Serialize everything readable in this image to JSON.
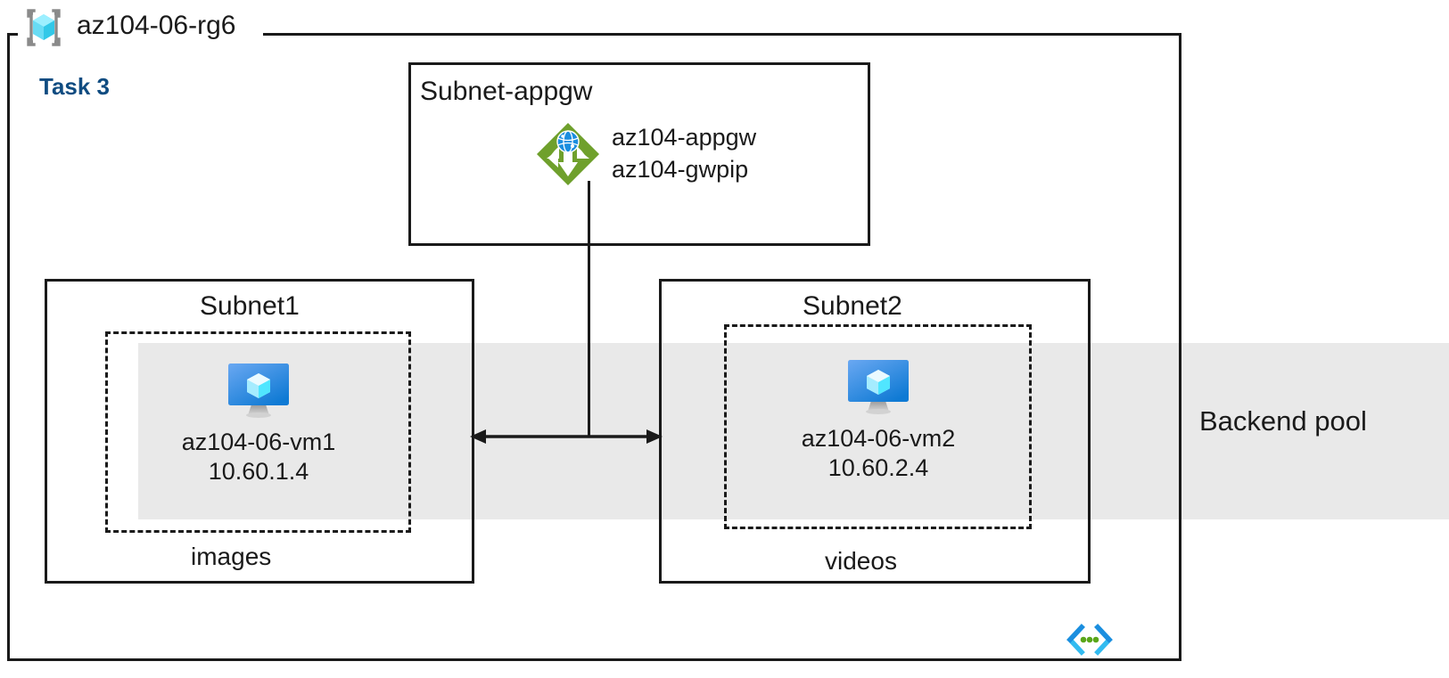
{
  "diagram": {
    "resource_group": {
      "name": "az104-06-rg6",
      "icon": "resource-group-icon"
    },
    "task_label": "Task 3",
    "backend_pool": {
      "label": "Backend pool",
      "band_color": "#e9e9e9"
    },
    "vnet_icon_name": "vnet-code-icon",
    "subnets": [
      {
        "id": "subnet-appgw",
        "title": "Subnet-appgw",
        "resources": [
          {
            "icon": "application-gateway-icon",
            "name": "az104-appgw",
            "secondary": "az104-gwpip"
          }
        ]
      },
      {
        "id": "subnet1",
        "title": "Subnet1",
        "app_label": "images",
        "vm": {
          "icon": "virtual-machine-icon",
          "name": "az104-06-vm1",
          "ip": "10.60.1.4"
        }
      },
      {
        "id": "subnet2",
        "title": "Subnet2",
        "app_label": "videos",
        "vm": {
          "icon": "virtual-machine-icon",
          "name": "az104-06-vm2",
          "ip": "10.60.2.4"
        }
      }
    ],
    "colors": {
      "appgw_green": "#6fa02c",
      "appgw_globe_blue": "#1b8edf",
      "vm_blue_light": "#5ea0ef",
      "vm_blue_dark": "#1380da",
      "vm_cube_cyan": "#50e6ff",
      "rg_icon_cyan": "#50e6ff",
      "rg_bracket_gray": "#8a8a8a",
      "task_text_blue": "#0f4c81",
      "line_black": "#1a1a1a"
    }
  }
}
